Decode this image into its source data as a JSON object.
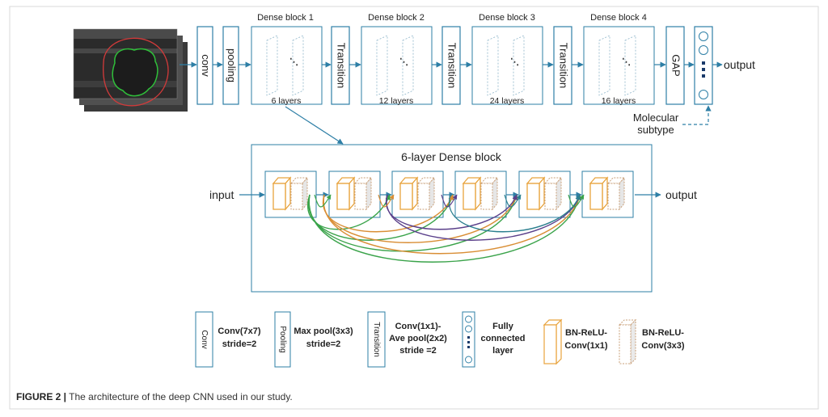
{
  "top": {
    "conv": "conv",
    "pooling": "pooling",
    "transition": "Transition",
    "gap": "GAP",
    "output": "output",
    "molecular": [
      "Molecular",
      "subtype"
    ],
    "blocks": [
      {
        "title": "Dense block 1",
        "layers": "6 layers"
      },
      {
        "title": "Dense block 2",
        "layers": "12 layers"
      },
      {
        "title": "Dense block 3",
        "layers": "24 layers"
      },
      {
        "title": "Dense block 4",
        "layers": "16 layers"
      }
    ]
  },
  "dense": {
    "title": "6-layer Dense block",
    "input": "input",
    "output": "output"
  },
  "legend": {
    "conv_icon": "Conv",
    "conv_text": [
      "Conv(7x7)",
      "stride=2"
    ],
    "pool_icon": "Pooling",
    "pool_text": [
      "Max pool(3x3)",
      "stride=2"
    ],
    "trans_icon": "Transition",
    "trans_text": [
      "Conv(1x1)-",
      "Ave pool(2x2)",
      "stride =2"
    ],
    "fc_text": [
      "Fully",
      "connected",
      "layer"
    ],
    "bn1_text": [
      "BN-ReLU-",
      "Conv(1x1)"
    ],
    "bn3_text": [
      "BN-ReLU-",
      "Conv(3x3)"
    ]
  },
  "caption": {
    "label": "FIGURE 2 |",
    "text": " The architecture of the deep CNN used in our study."
  },
  "colors": {
    "blue": "#2e7fa6",
    "orange": "#e8a33d",
    "green": "#3aa34a",
    "purple": "#5a3f8a",
    "teal": "#2b7f8f",
    "tan": "#c98a4b"
  }
}
